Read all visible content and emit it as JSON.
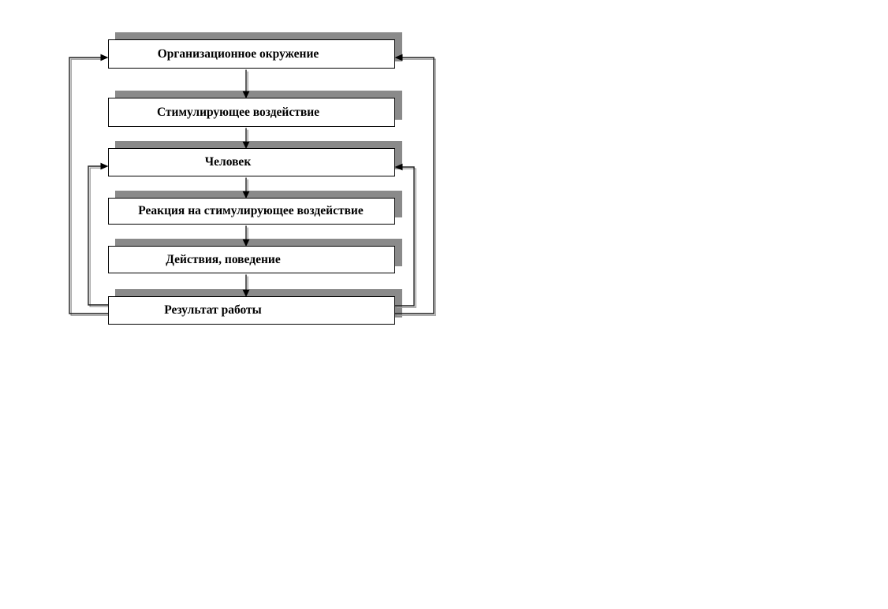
{
  "diagram": {
    "description": "Flowchart of stimulation and human behavior in an organizational environment",
    "boxes": [
      {
        "id": "org-environment",
        "label": "Организационное окружение"
      },
      {
        "id": "stimulus",
        "label": "Стимулирующее воздействие"
      },
      {
        "id": "person",
        "label": "Человек"
      },
      {
        "id": "reaction",
        "label": "Реакция на стимулирующее воздействие"
      },
      {
        "id": "actions",
        "label": "Действия, поведение"
      },
      {
        "id": "work-result",
        "label": "Результат работы"
      }
    ],
    "edges": [
      {
        "from": "org-environment",
        "to": "stimulus",
        "type": "flow-down"
      },
      {
        "from": "stimulus",
        "to": "person",
        "type": "flow-down"
      },
      {
        "from": "person",
        "to": "reaction",
        "type": "flow-down"
      },
      {
        "from": "reaction",
        "to": "actions",
        "type": "flow-down"
      },
      {
        "from": "actions",
        "to": "work-result",
        "type": "flow-down"
      },
      {
        "from": "work-result",
        "to": "org-environment",
        "type": "feedback-left-outer"
      },
      {
        "from": "work-result",
        "to": "person",
        "type": "feedback-left-inner"
      },
      {
        "from": "work-result",
        "to": "person",
        "type": "feedback-right-inner"
      },
      {
        "from": "work-result",
        "to": "org-environment",
        "type": "feedback-right-outer"
      }
    ],
    "colors": {
      "box_fill": "#ffffff",
      "box_border": "#000000",
      "box_shadow": "#8a8a8a",
      "connector": "#1f1f1f",
      "connector_shadow": "#9e9e9e",
      "arrowhead": "#000000",
      "text": "#000000",
      "background": "#ffffff"
    }
  }
}
